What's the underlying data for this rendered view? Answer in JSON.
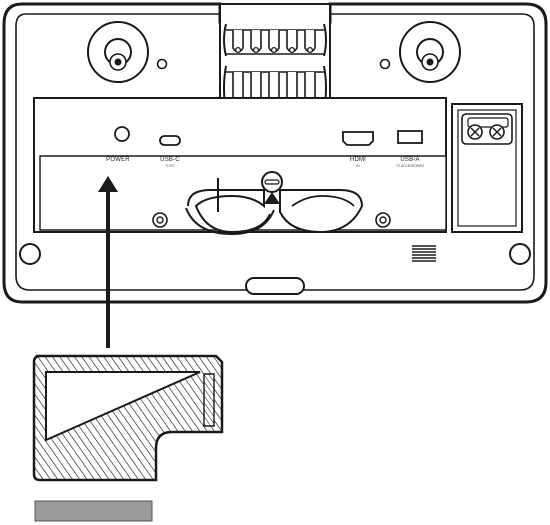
{
  "ports": [
    {
      "id": "power",
      "label": "POWER",
      "sub": ""
    },
    {
      "id": "usbc",
      "label": "USB-C",
      "sub": "TO PC"
    },
    {
      "id": "hdmi",
      "label": "HDMI",
      "sub": "IN"
    },
    {
      "id": "usba",
      "label": "USB-A",
      "sub": "TO ACCESSORIES"
    }
  ],
  "colors": {
    "stroke": "#1a1a1a",
    "fill_light": "#ffffff",
    "fill_panel": "#f4f4f4",
    "legend_bar": "#9a9a9a"
  },
  "icons": {
    "arrow": "up-arrow",
    "screw": "screw-icon",
    "cover": "hatched-cover-icon"
  }
}
